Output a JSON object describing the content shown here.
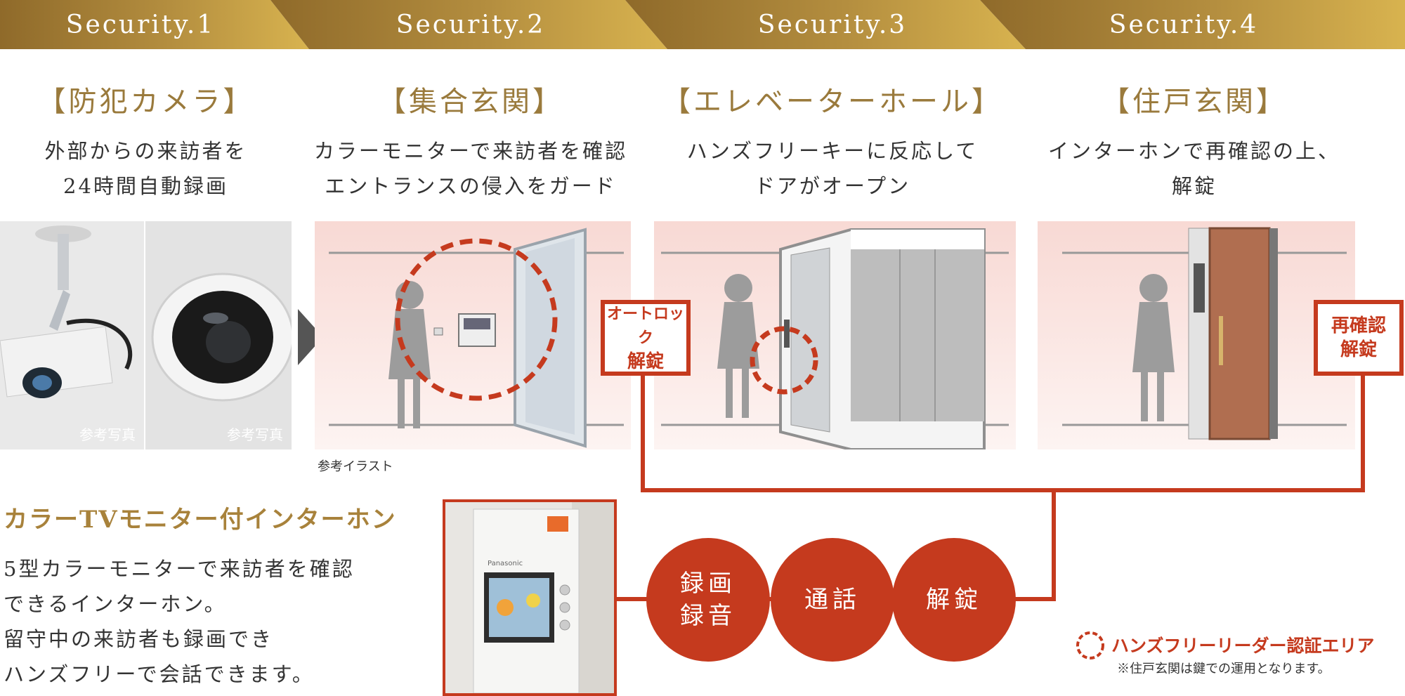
{
  "header": {
    "tabs": [
      {
        "label": "Security.1"
      },
      {
        "label": "Security.2"
      },
      {
        "label": "Security.3"
      },
      {
        "label": "Security.4"
      }
    ]
  },
  "columns": [
    {
      "title": "【防犯カメラ】",
      "desc_line1": "外部からの来訪者を",
      "desc_line2": "24時間自動録画"
    },
    {
      "title": "【集合玄関】",
      "desc_line1": "カラーモニターで来訪者を確認",
      "desc_line2": "エントランスの侵入をガード"
    },
    {
      "title": "【エレベーターホール】",
      "desc_line1": "ハンズフリーキーに反応して",
      "desc_line2": "ドアがオープン"
    },
    {
      "title": "【住戸玄関】",
      "desc_line1": "インターホンで再確認の上、",
      "desc_line2": "解錠"
    }
  ],
  "photos": {
    "camera1_caption": "参考写真",
    "camera2_caption": "参考写真",
    "illustration_caption": "参考イラスト"
  },
  "labels": {
    "autolock_line1": "オートロック",
    "autolock_line2": "解錠",
    "reconfirm_line1": "再確認",
    "reconfirm_line2": "解錠",
    "intercom_unit_text": "Panasonic"
  },
  "intercom": {
    "heading": "カラーTVモニター付インターホン",
    "lines": [
      "5型カラーモニターで来訪者を確認",
      "できるインターホン。",
      "留守中の来訪者も録画でき",
      "ハンズフリーで会話できます。"
    ]
  },
  "features": [
    {
      "line1": "録画",
      "line2": "録音"
    },
    {
      "line1": "通話",
      "line2": ""
    },
    {
      "line1": "解錠",
      "line2": ""
    }
  ],
  "legend": {
    "label": "ハンズフリーリーダー認証エリア",
    "note": "※住戸玄関は鍵での運用となります。"
  },
  "colors": {
    "gold": "#b08b3e",
    "red": "#c53a1e",
    "title_gold": "#9a7a3c"
  }
}
